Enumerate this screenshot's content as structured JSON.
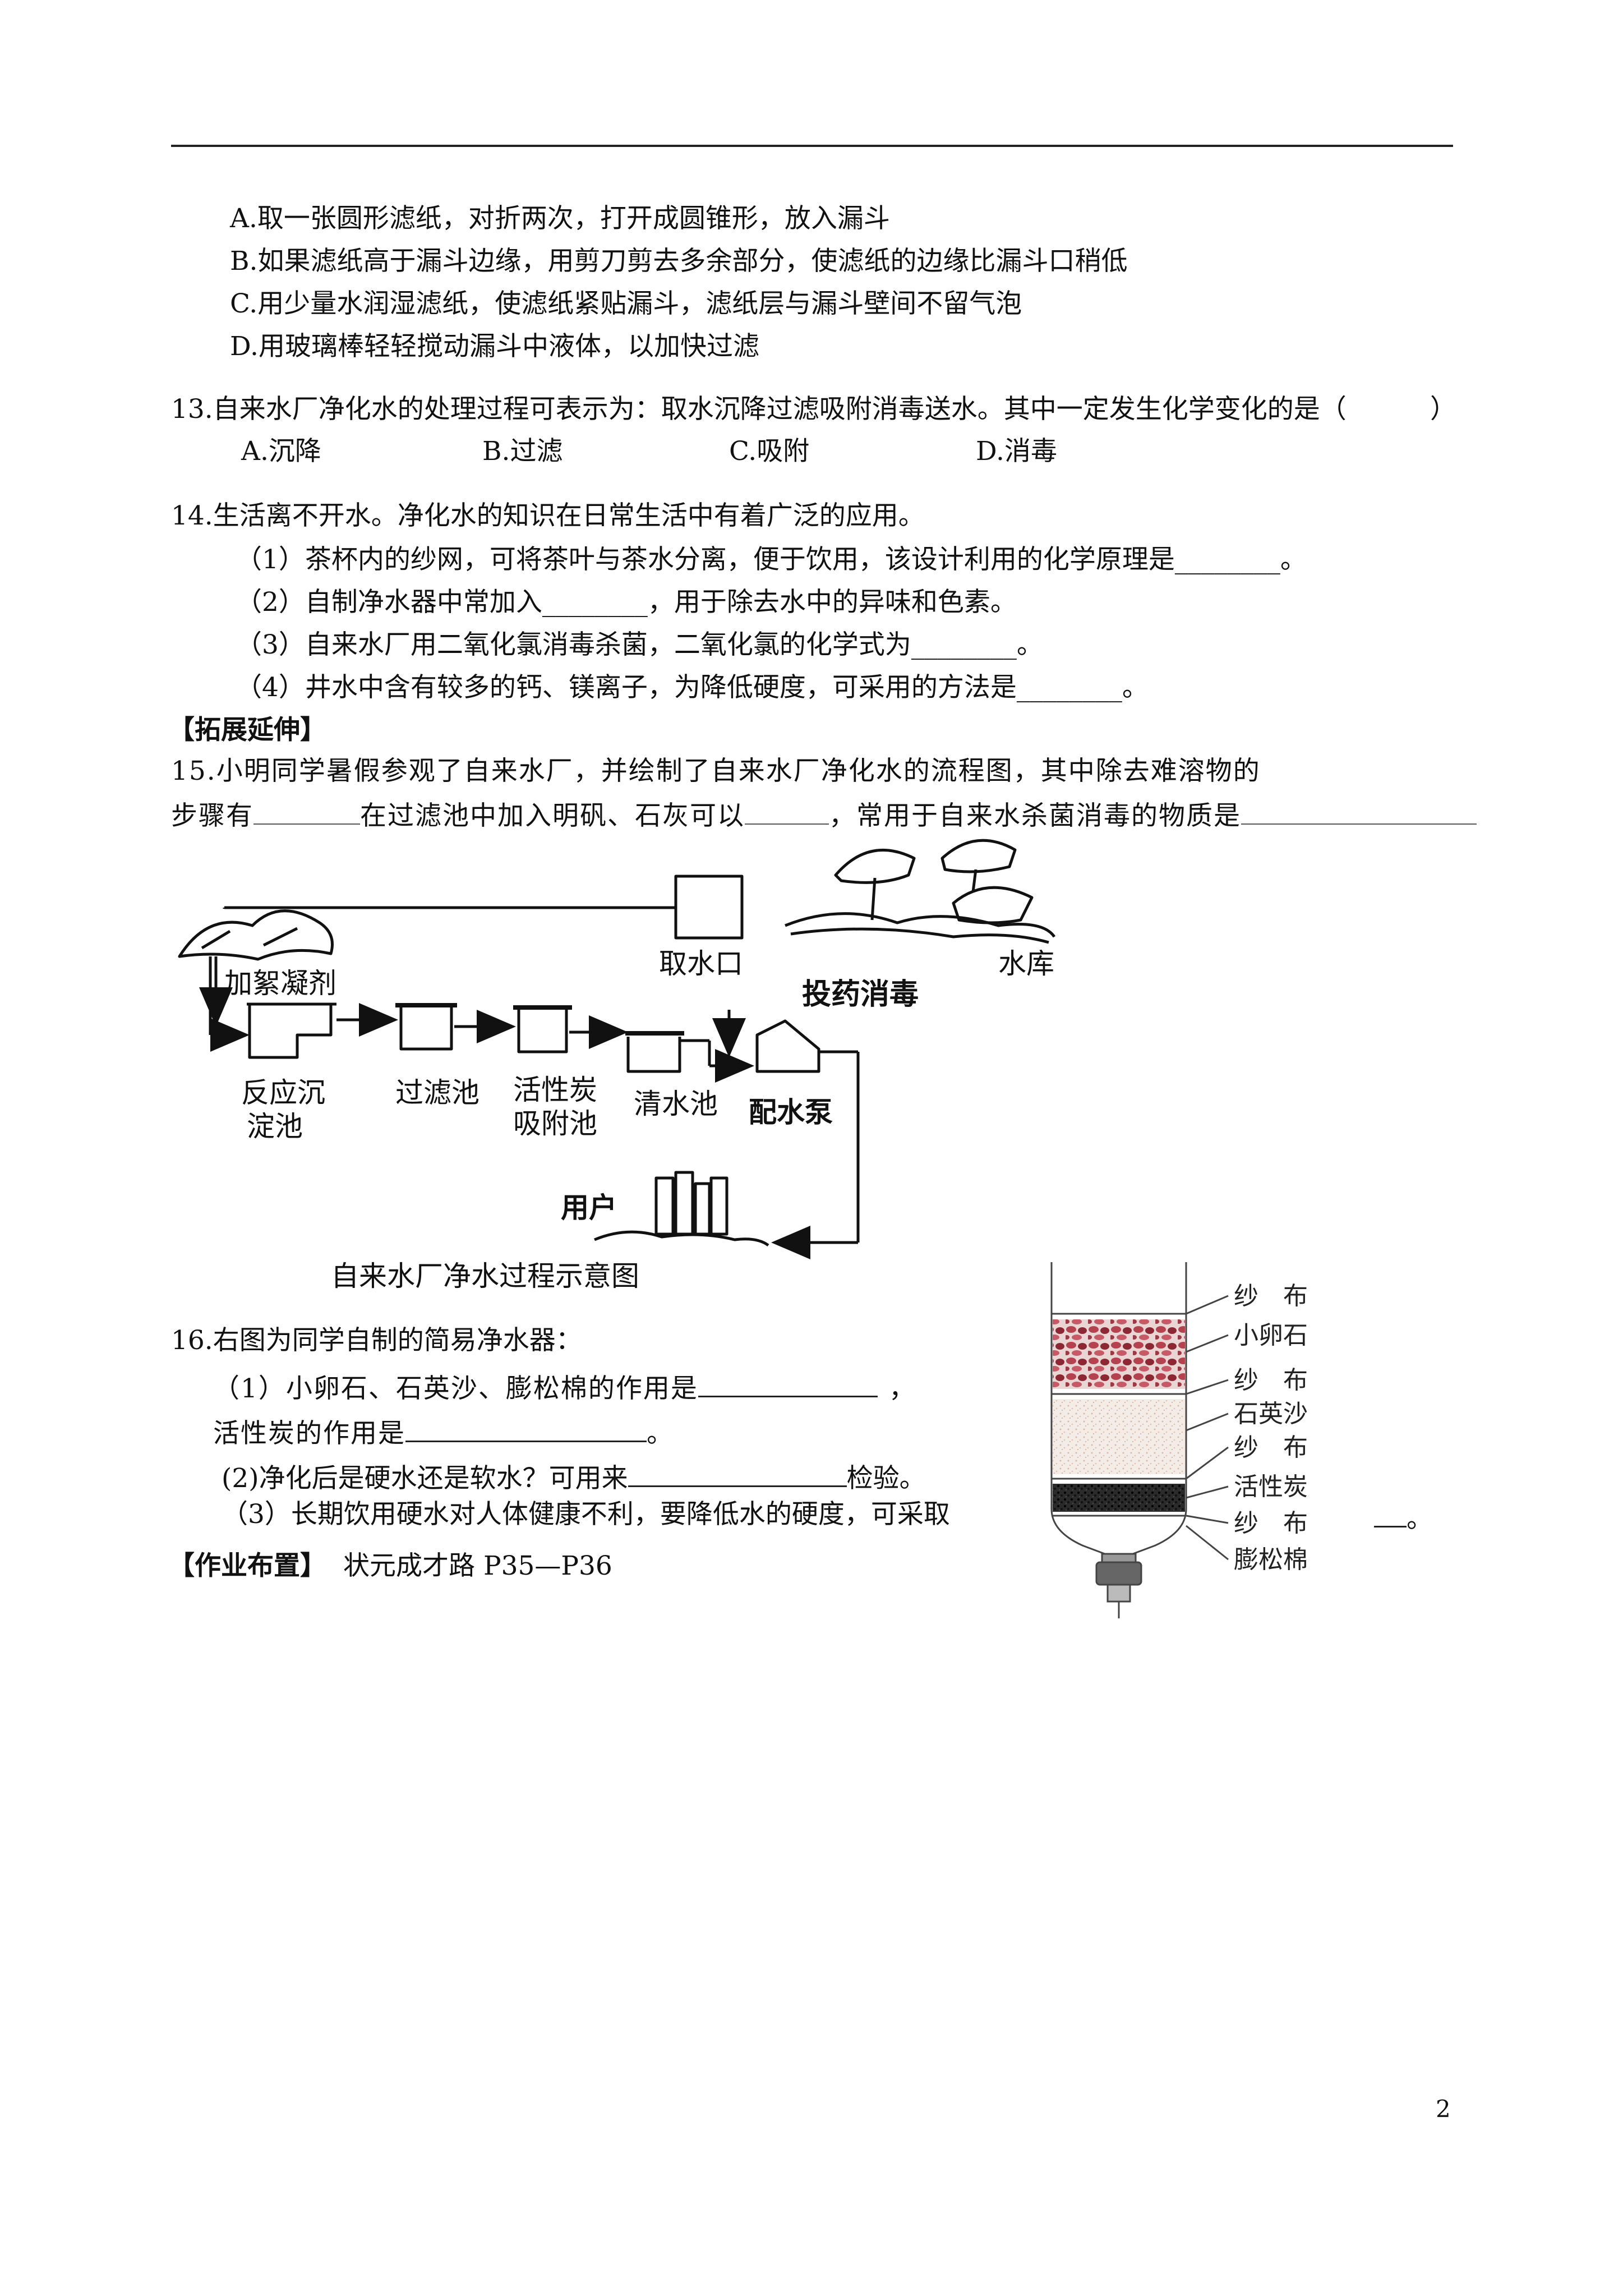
{
  "q12_options": [
    "A.取一张圆形滤纸，对折两次，打开成圆锥形，放入漏斗",
    "B.如果滤纸高于漏斗边缘，用剪刀剪去多余部分，使滤纸的边缘比漏斗口稍低",
    "C.用少量水润湿滤纸，使滤纸紧贴漏斗，滤纸层与漏斗壁间不留气泡",
    "D.用玻璃棒轻轻搅动漏斗中液体，以加快过滤"
  ],
  "q13": {
    "stem": "13.自来水厂净化水的处理过程可表示为：取水沉降过滤吸附消毒送水。其中一定发生化学变化的是（",
    "paren_close": "）",
    "options": [
      "A.沉降",
      "B.过滤",
      "C.吸附",
      "D.消毒"
    ]
  },
  "q14": {
    "stem": "14.生活离不开水。净化水的知识在日常生活中有着广泛的应用。",
    "items": [
      {
        "before": "（1）茶杯内的纱网，可将茶叶与茶水分离，便于饮用，该设计利用的化学原理是",
        "blank": "________",
        "after": "。"
      },
      {
        "before": "（2）自制净水器中常加入",
        "blank": "________",
        "after": "，用于除去水中的异味和色素。"
      },
      {
        "before": "（3）自来水厂用二氧化氯消毒杀菌，二氧化氯的化学式为",
        "blank": "________",
        "after": "。"
      },
      {
        "before": "（4）井水中含有较多的钙、镁离子，为降低硬度，可采用的方法是",
        "blank": "________",
        "after": "。"
      }
    ]
  },
  "section_extend": "【拓展延伸】",
  "q15": {
    "line1": "15.小明同学暑假参观了自来水厂，并绘制了自来水厂净化水的流程图，其中除去难溶物的",
    "line2_a": "步骤有",
    "line2_b": "在过滤池中加入明矾、石灰可以",
    "line2_c": "，常用于自来水杀菌消毒的物质是"
  },
  "flow_diagram": {
    "intake": "取水口",
    "reservoir": "水库",
    "coagulant": "加絮凝剂",
    "disinfect": "投药消毒",
    "sedimentation_1": "反应沉",
    "sedimentation_2": "淀池",
    "filter": "过滤池",
    "carbon_1": "活性炭",
    "carbon_2": "吸附池",
    "clear_water": "清水池",
    "pump": "配水泵",
    "user": "用户",
    "caption": "自来水厂净水过程示意图"
  },
  "filter_diagram": {
    "labels": [
      "纱　布",
      "小卵石",
      "纱　布",
      "石英沙",
      "纱　布",
      "活性炭",
      "纱　布",
      "膨松棉"
    ]
  },
  "q16": {
    "stem": "16.右图为同学自制的简易净水器：",
    "item1_a": "（1）小卵石、石英沙、膨松棉的作用是",
    "item1_b": "，",
    "item1_c": "活性炭的作用是",
    "item1_d": "。",
    "item2_a": "(2)净化后是硬水还是软水？可用来",
    "item2_b": "检验。",
    "item3": "（3）长期饮用硬水对人体健康不利，要降低水的硬度，可采取",
    "item3_end": "。"
  },
  "homework": {
    "label": "【作业布置】",
    "text": "状元成才路 P35—P36"
  },
  "page_number": "2"
}
